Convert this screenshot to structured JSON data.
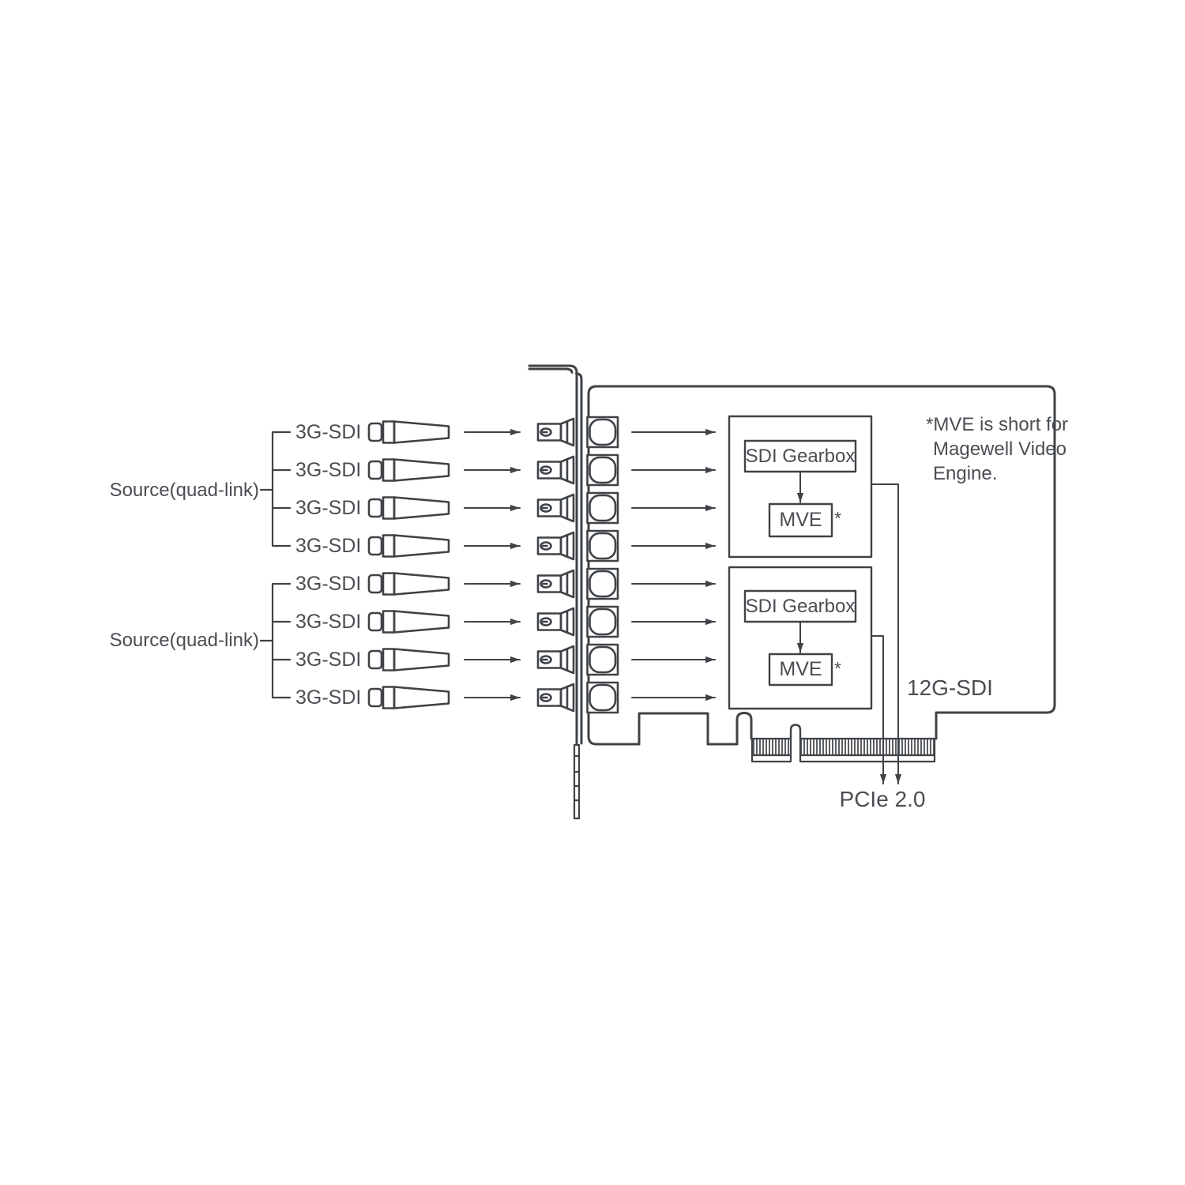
{
  "colors": {
    "stroke": "#3f4347",
    "text": "#4a4e53",
    "background": "#ffffff"
  },
  "diagram": {
    "sources": [
      {
        "label": "Source(quad-link)"
      },
      {
        "label": "Source(quad-link)"
      }
    ],
    "channels": [
      "3G-SDI",
      "3G-SDI",
      "3G-SDI",
      "3G-SDI",
      "3G-SDI",
      "3G-SDI",
      "3G-SDI",
      "3G-SDI"
    ],
    "blocks": [
      {
        "gearbox": "SDI Gearbox",
        "engine": "MVE",
        "footnote_marker": "*"
      },
      {
        "gearbox": "SDI Gearbox",
        "engine": "MVE",
        "footnote_marker": "*"
      }
    ],
    "note_lines": [
      "*MVE is short for",
      "Magewell Video",
      "Engine."
    ],
    "output_label": "12G-SDI",
    "bus_label": "PCIe 2.0",
    "icons": {
      "cable_plug": "bnc-cable-plug-icon (outlined plug shape)",
      "jack": "bnc-jack-icon (rectangle with pin hole + tapered barrel)",
      "connector": "bnc-connector-icon (square with inscribed round barrel)",
      "flow_arrow": "thin line with solid triangular arrowhead",
      "edge_connector": "pcie-gold-fingers (vertical hatch)"
    }
  }
}
